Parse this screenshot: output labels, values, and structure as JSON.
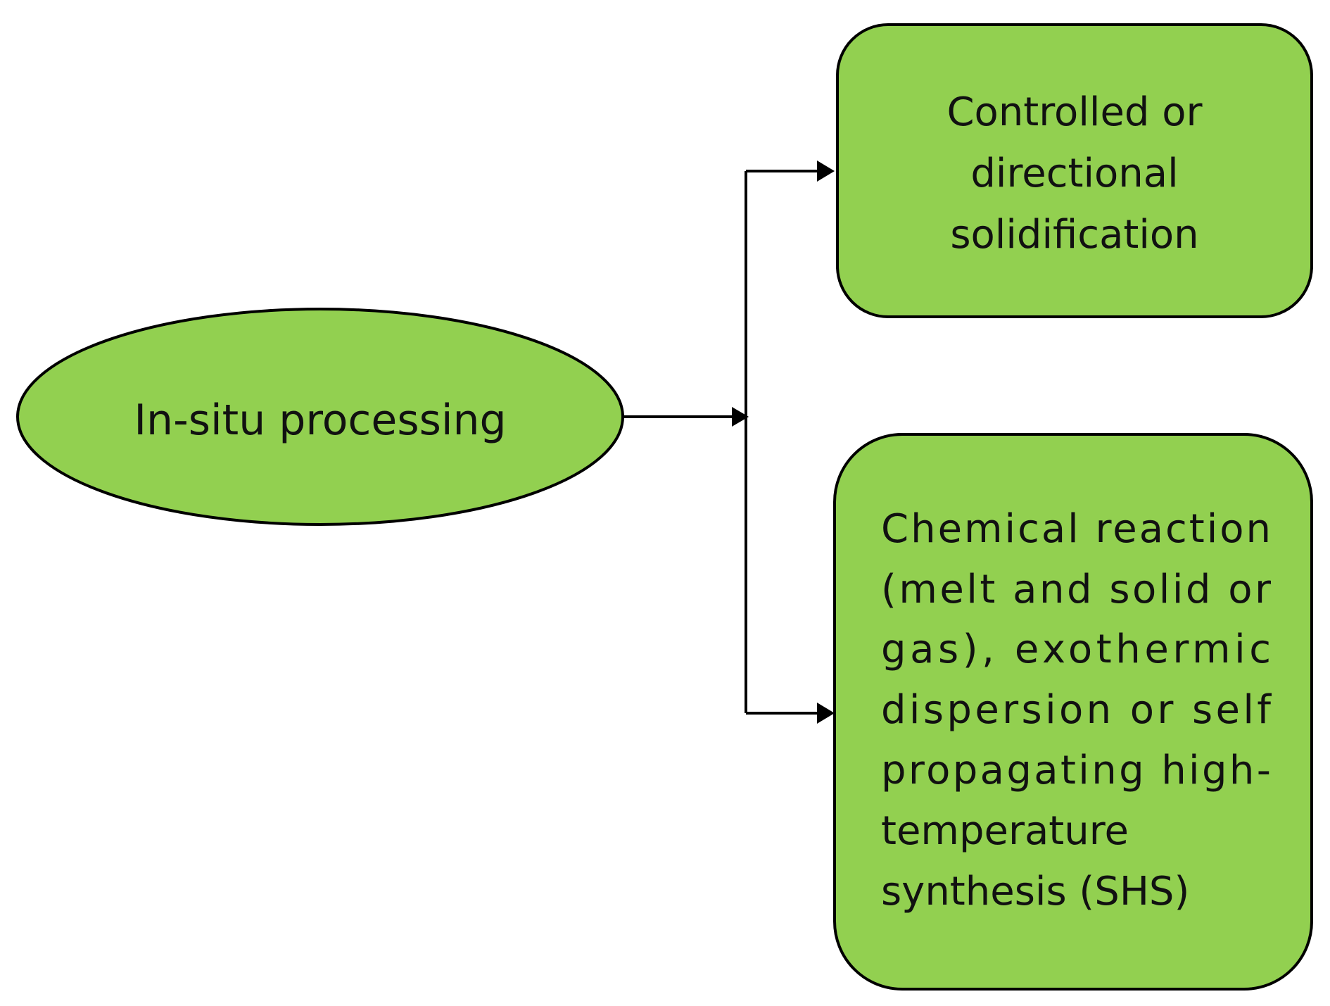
{
  "diagram": {
    "colors": {
      "node_fill": "#92d050",
      "stroke": "#000000",
      "text": "#111111",
      "background": "#ffffff"
    },
    "root": {
      "label": "In-situ processing"
    },
    "children": [
      {
        "lines": [
          "Controlled or",
          "directional",
          "solidification"
        ]
      },
      {
        "lines": [
          "Chemical reaction",
          "(melt and solid or",
          "gas), exothermic",
          "dispersion or self",
          "propagating high-",
          "temperature",
          "synthesis (SHS)"
        ]
      }
    ]
  }
}
